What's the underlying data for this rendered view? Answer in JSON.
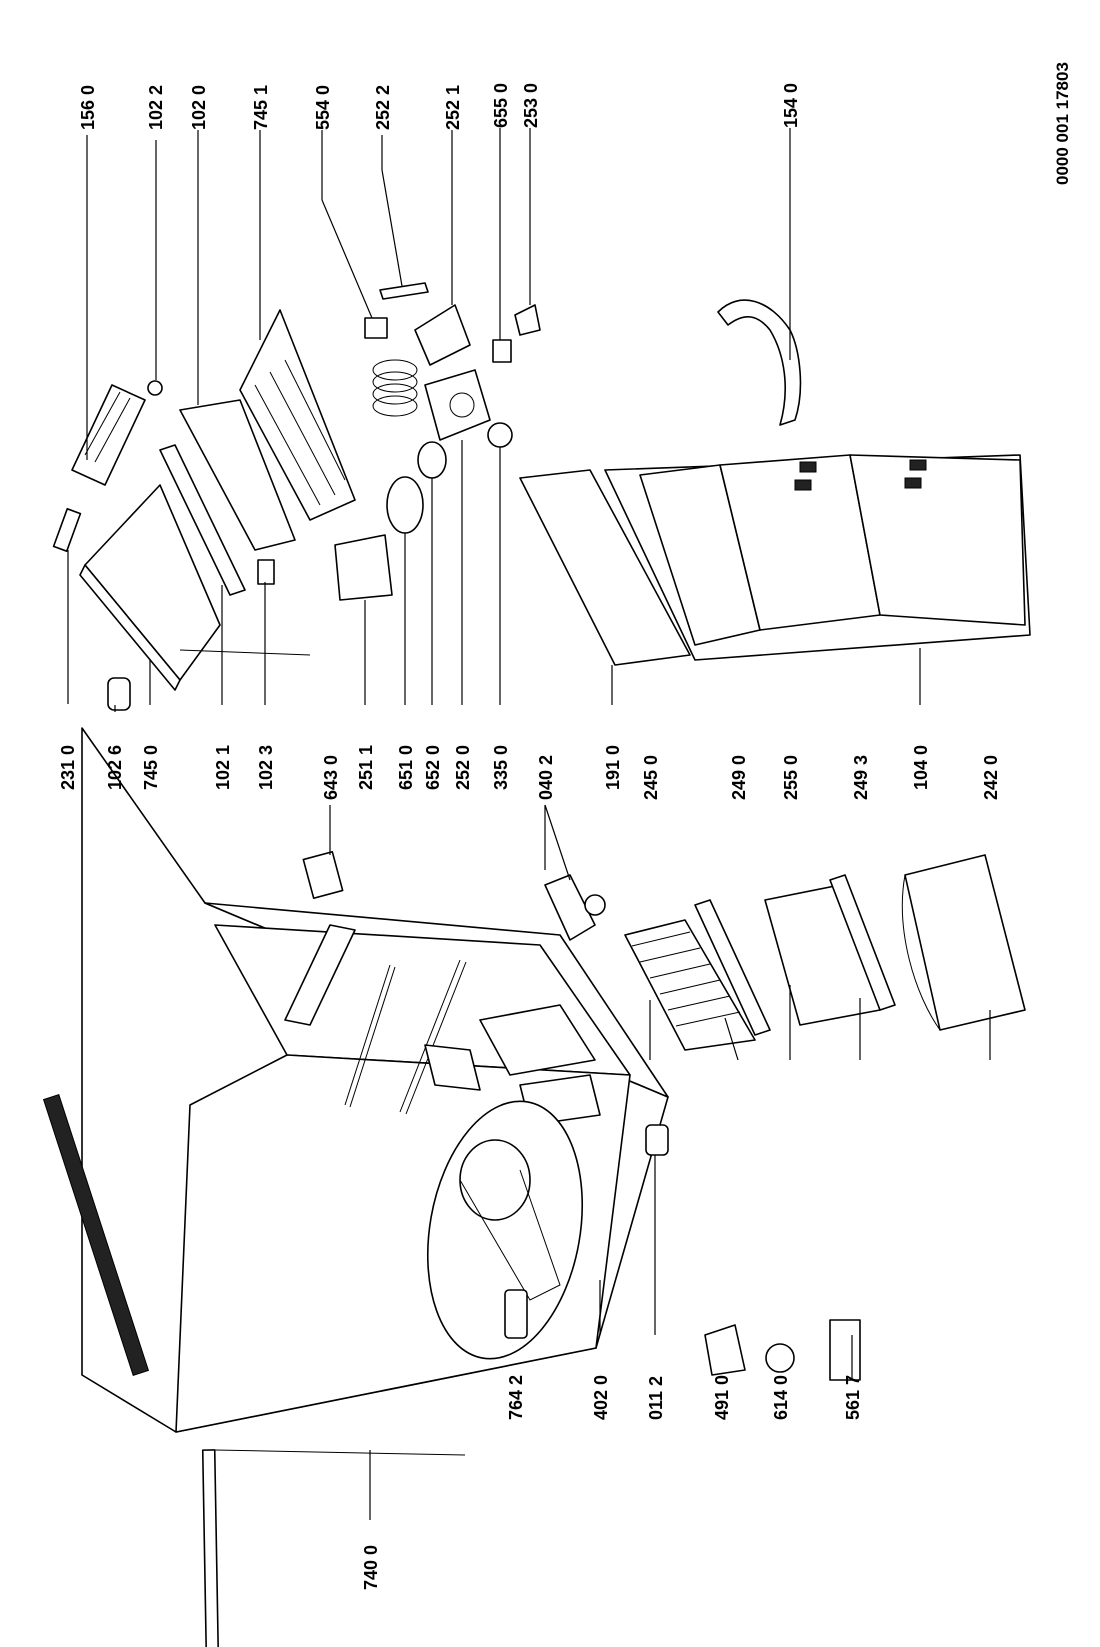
{
  "document": {
    "reference_number": "0000 001 17803"
  },
  "labels": {
    "l_156_0": "156 0",
    "l_102_2": "102 2",
    "l_102_0": "102 0",
    "l_745_1": "745 1",
    "l_554_0": "554 0",
    "l_252_2": "252 2",
    "l_252_1": "252 1",
    "l_655_0": "655 0",
    "l_253_0": "253 0",
    "l_154_0": "154 0",
    "l_231_0": "231 0",
    "l_102_6": "102 6",
    "l_745_0": "745 0",
    "l_102_1": "102 1",
    "l_102_3": "102 3",
    "l_643_0": "643 0",
    "l_251_1": "251 1",
    "l_651_0": "651 0",
    "l_652_0": "652 0",
    "l_252_0": "252 0",
    "l_335_0": "335 0",
    "l_040_2": "040 2",
    "l_191_0": "191 0",
    "l_245_0": "245 0",
    "l_249_0": "249 0",
    "l_255_0": "255 0",
    "l_249_3": "249 3",
    "l_104_0": "104 0",
    "l_242_0": "242 0",
    "l_740_0": "740 0",
    "l_764_2": "764 2",
    "l_402_0": "402 0",
    "l_011_2": "011 2",
    "l_491_0": "491 0",
    "l_614_0": "614 0",
    "l_561_7": "561 7"
  }
}
